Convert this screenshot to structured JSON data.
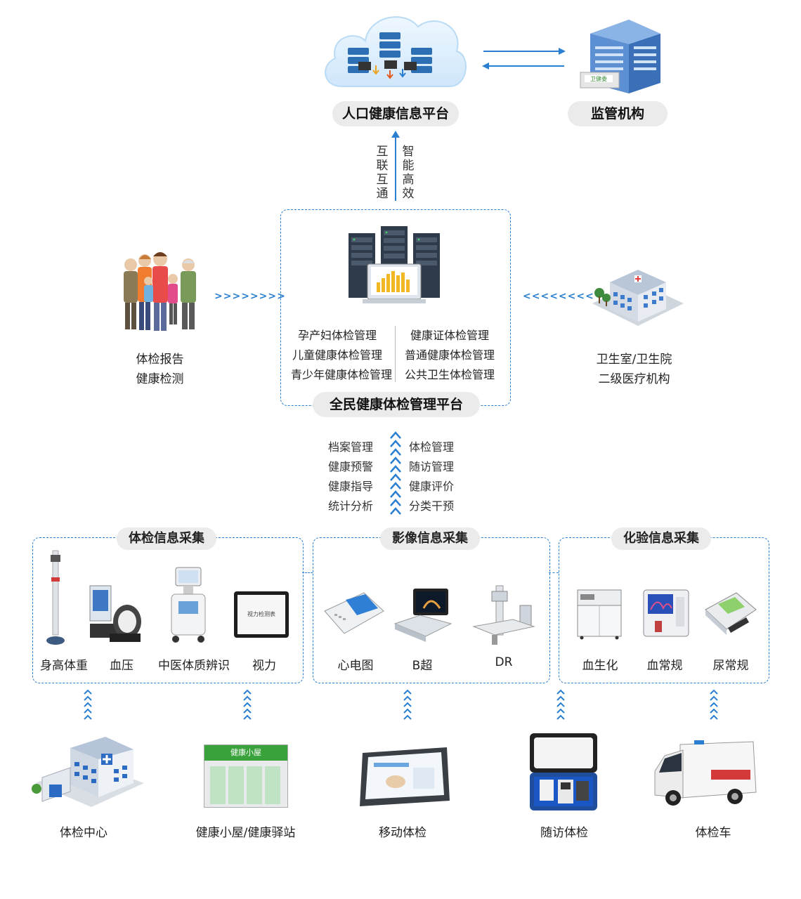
{
  "top": {
    "platform_label": "人口健康信息平台",
    "supervisor_label": "监管机构",
    "supervisor_sign": "卫健委",
    "left_vertical": "互联互通",
    "right_vertical": "智能高效"
  },
  "center": {
    "platform_title": "全民健康体检管理平台",
    "modules_left": [
      "孕产妇体检管理",
      "儿童健康体检管理",
      "青少年健康体检管理"
    ],
    "modules_right": [
      "健康证体检管理",
      "普通健康体检管理",
      "公共卫生体检管理"
    ]
  },
  "left_node": {
    "lines": [
      "体检报告",
      "健康检测"
    ]
  },
  "right_node": {
    "lines": [
      "卫生室/卫生院",
      "二级医疗机构"
    ]
  },
  "functions": {
    "left": [
      "档案管理",
      "健康预警",
      "健康指导",
      "统计分析"
    ],
    "right": [
      "体检管理",
      "随访管理",
      "健康评价",
      "分类干预"
    ]
  },
  "groups": [
    {
      "title": "体检信息采集",
      "items": [
        "身高体重",
        "血压",
        "中医体质辨识",
        "视力"
      ]
    },
    {
      "title": "影像信息采集",
      "items": [
        "心电图",
        "B超",
        "DR"
      ]
    },
    {
      "title": "化验信息采集",
      "items": [
        "血生化",
        "血常规",
        "尿常规"
      ]
    }
  ],
  "sources": [
    "体检中心",
    "健康小屋/健康驿站",
    "移动体检",
    "随访体检",
    "体检车"
  ],
  "source_labels": {
    "health_hut_sign": "健康小屋",
    "vision_screen": "视力检测表"
  },
  "colors": {
    "accent": "#2a7fd0",
    "pill_bg": "#ebebeb",
    "cloud": "#d6ecfb"
  }
}
